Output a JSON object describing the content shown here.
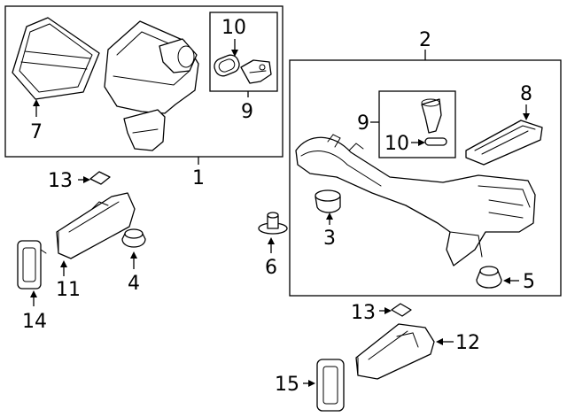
{
  "callouts": {
    "c1": "1",
    "c2": "2",
    "c3": "3",
    "c4": "4",
    "c5": "5",
    "c6": "6",
    "c7": "7",
    "c8": "8",
    "c9a": "9",
    "c9b": "9",
    "c10a": "10",
    "c10b": "10",
    "c11": "11",
    "c12": "12",
    "c13a": "13",
    "c13b": "13",
    "c14": "14",
    "c15": "15"
  }
}
